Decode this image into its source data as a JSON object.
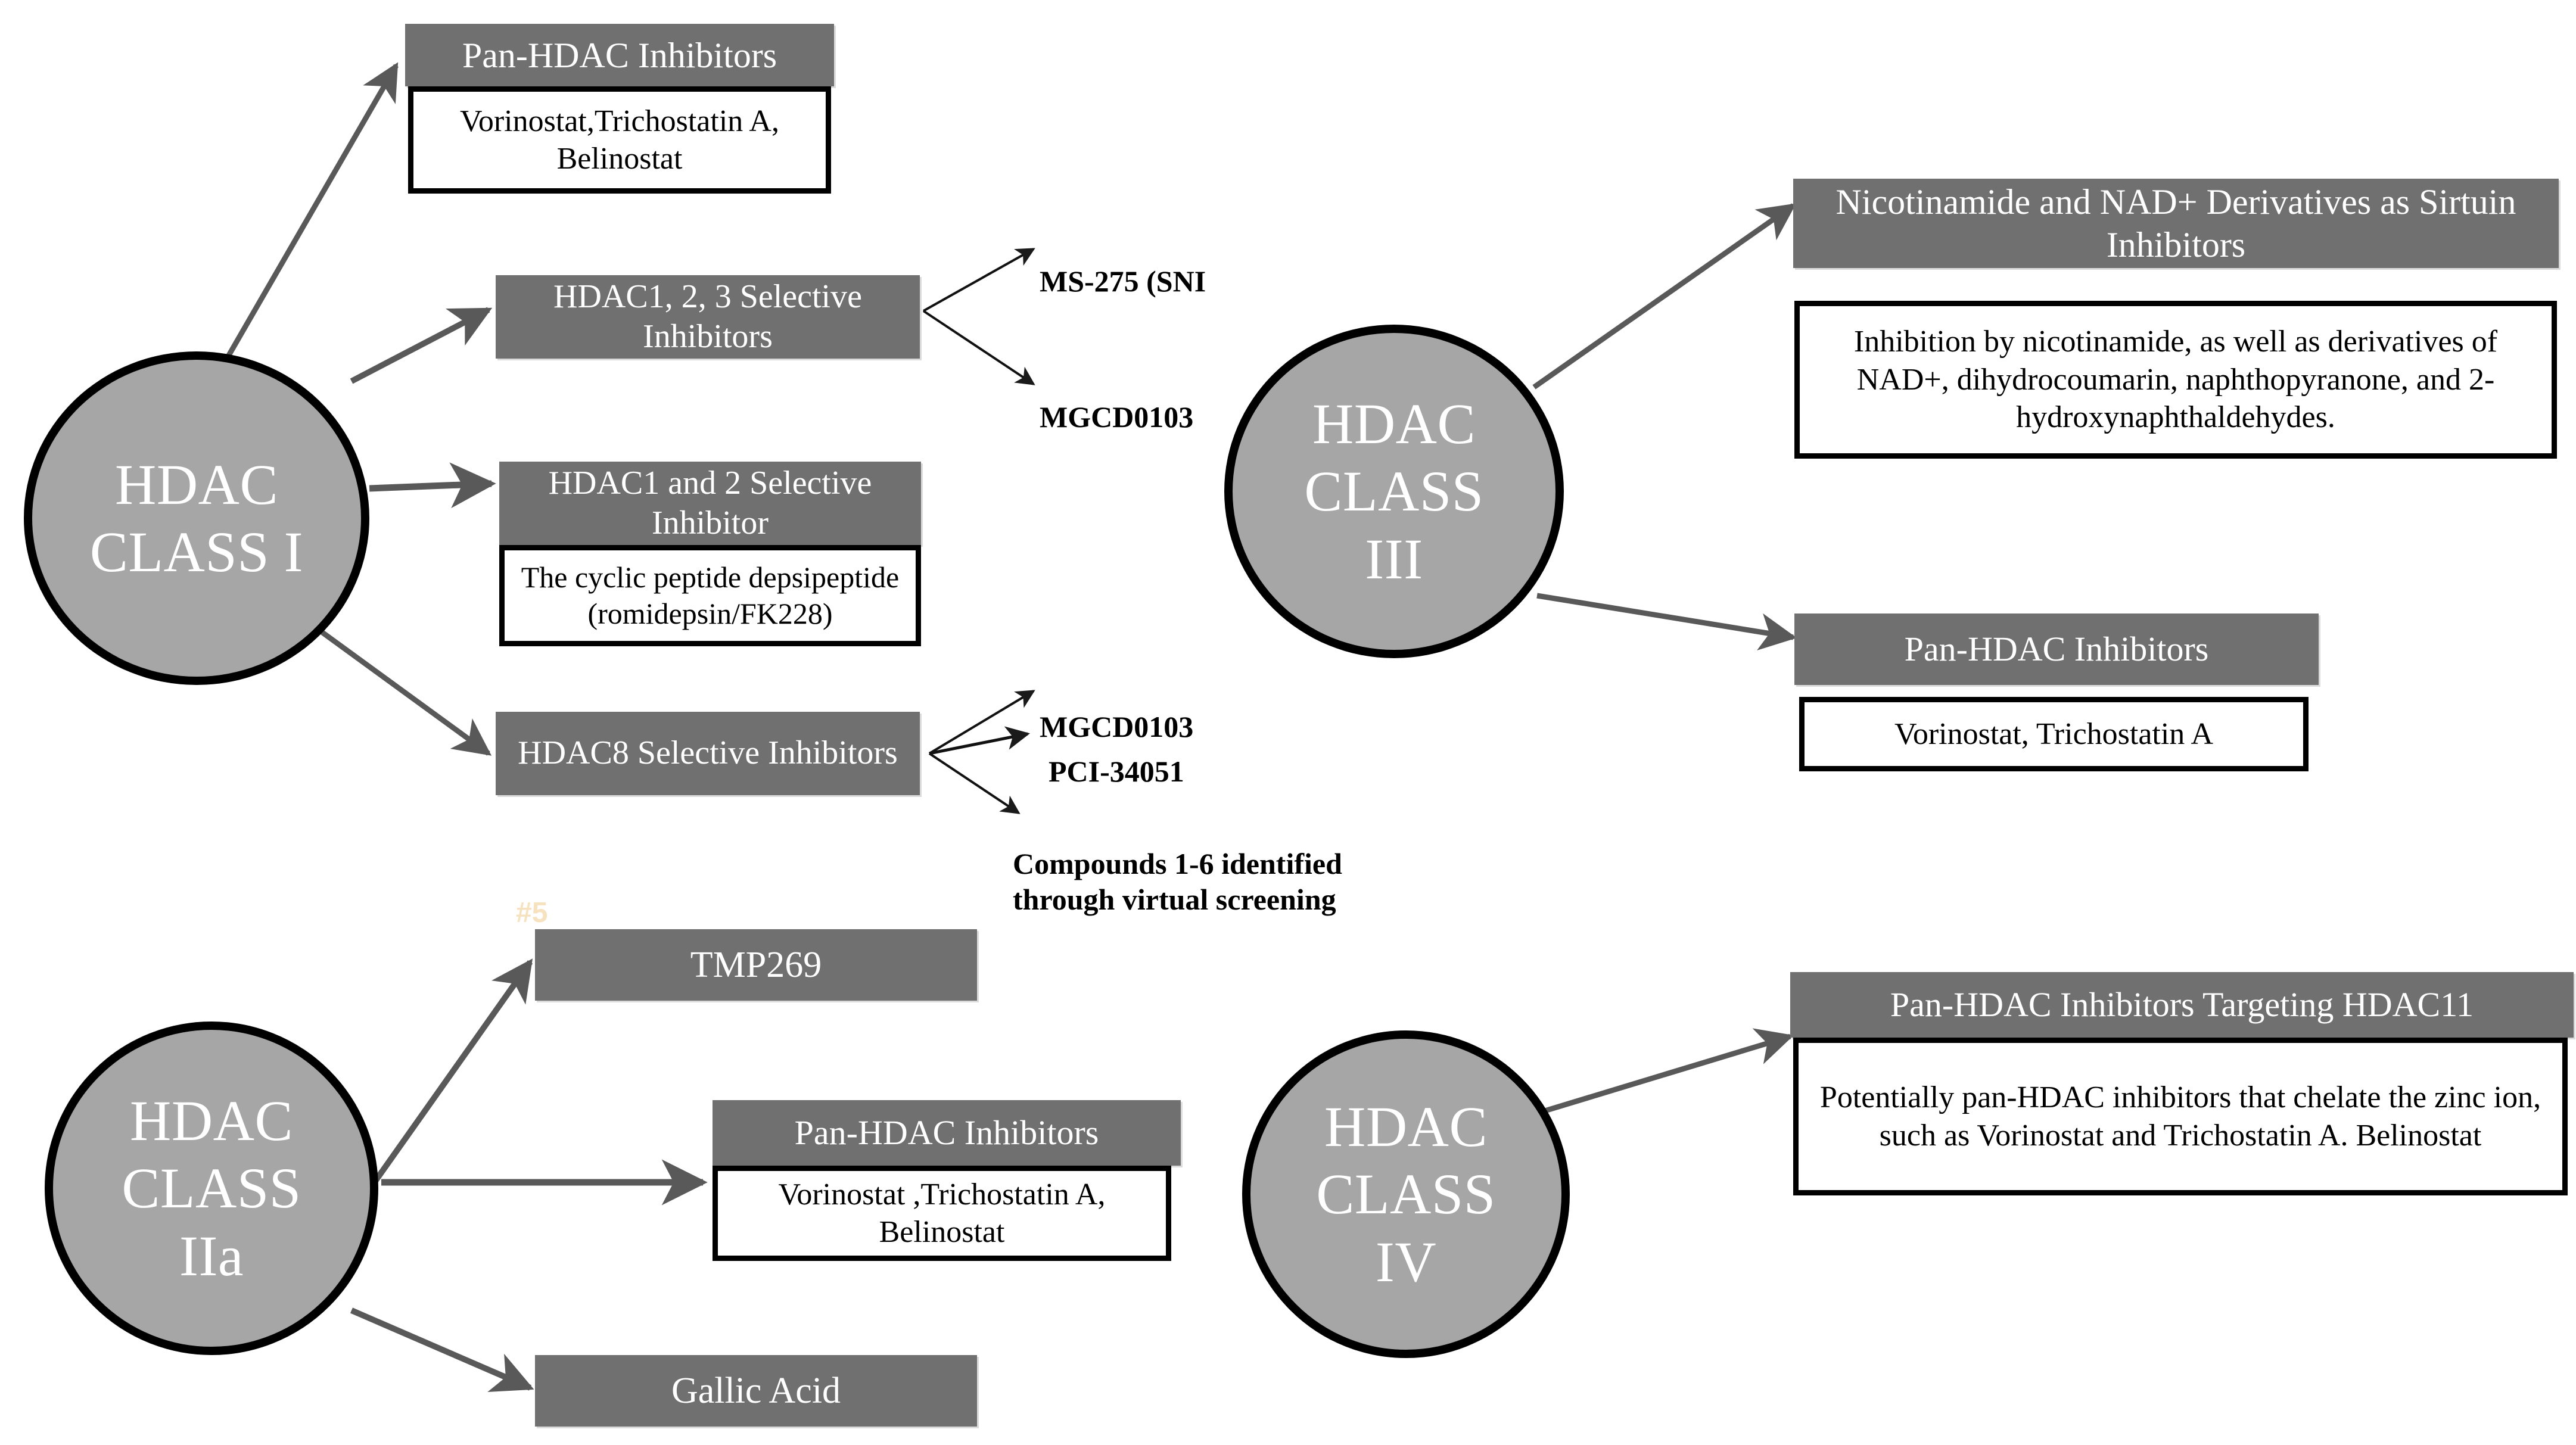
{
  "diagram": {
    "title": "HDAC classes and their inhibitors",
    "colors": {
      "node_fill": "#a6a6a6",
      "node_stroke": "#000000",
      "header_fill": "#707070",
      "header_text": "#ffffff",
      "body_fill": "#ffffff",
      "body_text": "#000000",
      "edge": "#595959",
      "marker": "#f7e2bf"
    }
  },
  "nodes": {
    "class1": "HDAC\nCLASS I",
    "class3": "HDAC\nCLASS\nIII",
    "class2a": "HDAC\nCLASS\nIIa",
    "class4": "HDAC\nCLASS\nIV"
  },
  "class1_branches": {
    "pan_hdac": {
      "header": "Pan-HDAC Inhibitors",
      "body": "Vorinostat,Trichostatin A, Belinostat"
    },
    "hdac123": {
      "header": "HDAC1, 2, 3 Selective Inhibitors",
      "leaves": [
        "MS-275 (SNI",
        "MGCD0103"
      ]
    },
    "hdac12": {
      "header": "HDAC1 and 2 Selective Inhibitor",
      "body": "The cyclic peptide depsipeptide (romidepsin/FK228)"
    },
    "hdac8": {
      "header": "HDAC8 Selective Inhibitors",
      "leaves": [
        "MGCD0103",
        "PCI-34051",
        "Compounds 1-6 identified\nthrough virtual screening"
      ]
    }
  },
  "class3_branches": {
    "sirtuin": {
      "header": "Nicotinamide and NAD+ Derivatives as Sirtuin Inhibitors",
      "body": "Inhibition by nicotinamide, as well as derivatives of NAD+, dihydrocoumarin, naphthopyranone, and 2-hydroxynaphthaldehydes."
    },
    "pan_hdac": {
      "header": "Pan-HDAC Inhibitors",
      "body": "Vorinostat, Trichostatin A"
    }
  },
  "class2a_branches": {
    "tmp269": {
      "header": "TMP269"
    },
    "pan_hdac": {
      "header": "Pan-HDAC Inhibitors",
      "body": "Vorinostat ,Trichostatin A, Belinostat"
    },
    "gallic": {
      "header": "Gallic Acid"
    }
  },
  "class4_branches": {
    "hdac11": {
      "header": "Pan-HDAC Inhibitors Targeting HDAC11",
      "body": "Potentially pan-HDAC inhibitors that chelate the zinc ion, such as Vorinostat  and Trichostatin A. Belinostat"
    }
  },
  "annotations": {
    "marker5": "#5"
  }
}
